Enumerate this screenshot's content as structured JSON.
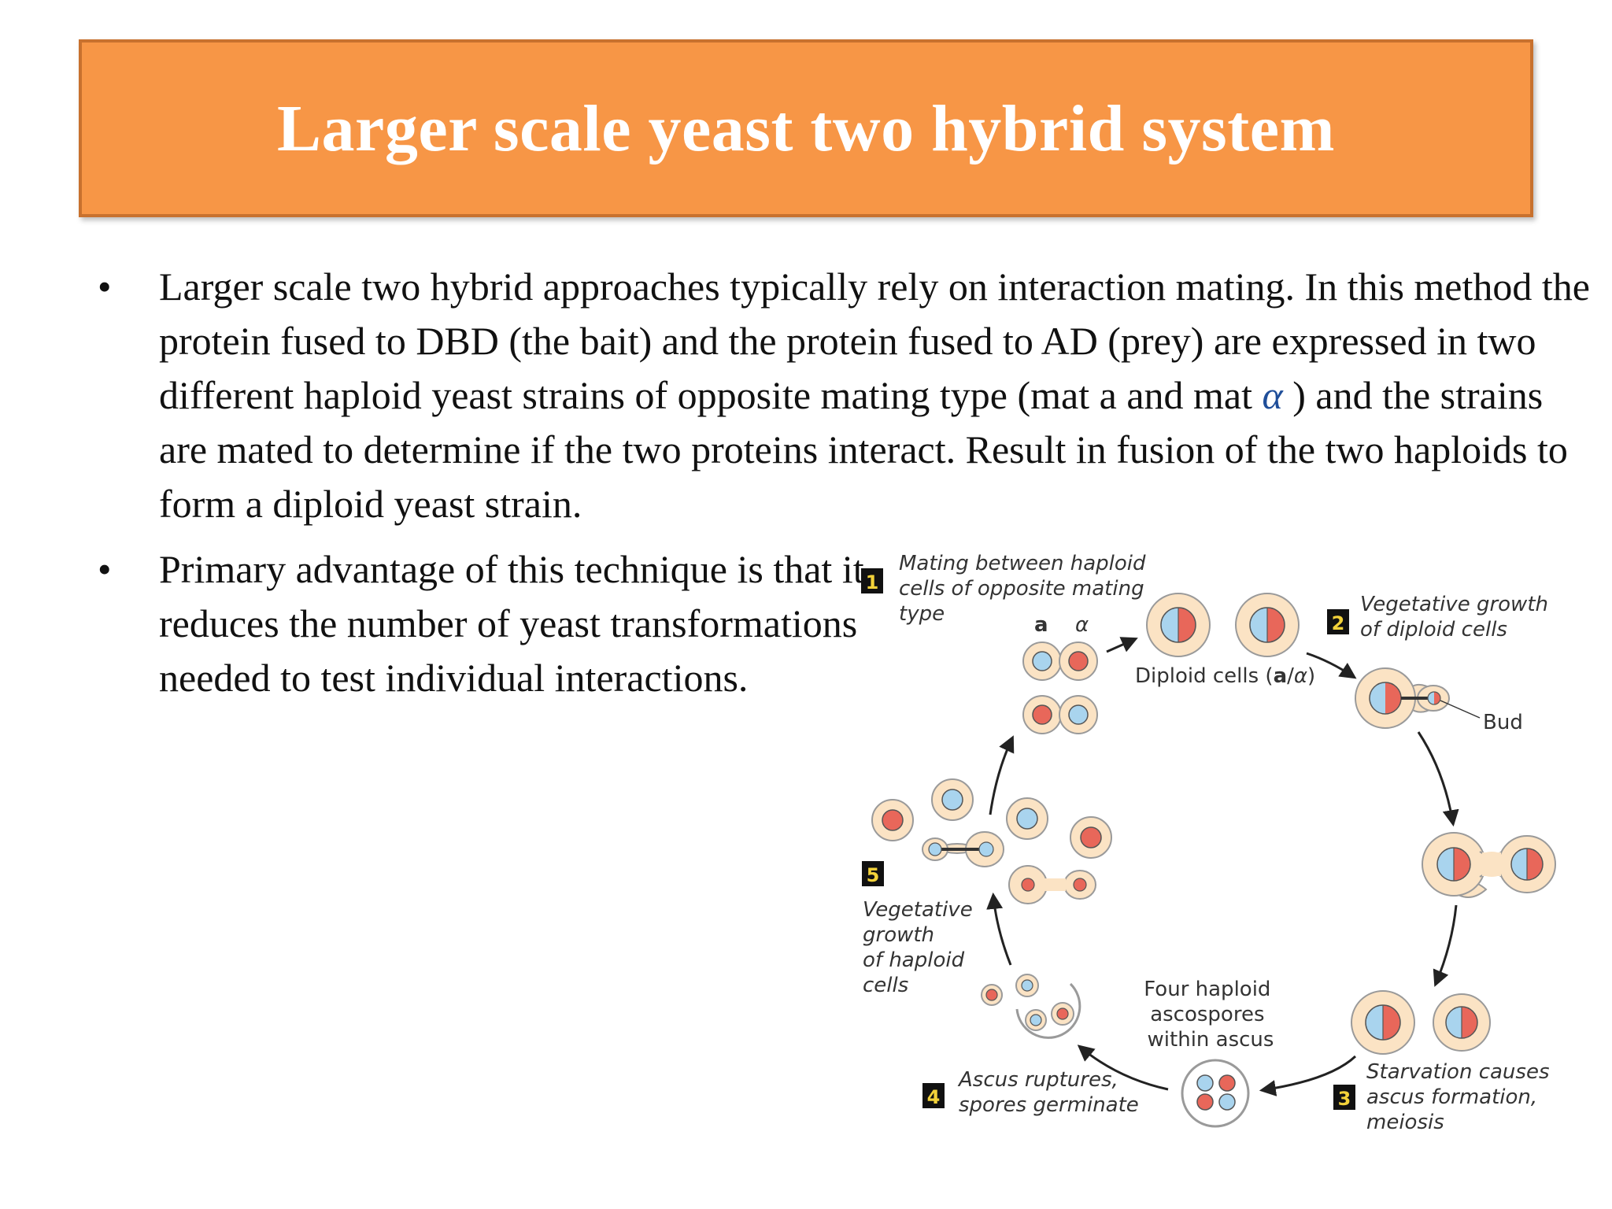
{
  "slide": {
    "title": "Larger scale yeast two hybrid system",
    "bullets": [
      {
        "text_before": "Larger scale two hybrid approaches typically rely on interaction mating. In this method the protein fused to DBD (the bait) and the protein fused to AD (prey) are expressed in two different haploid yeast strains of opposite mating type (mat a and mat ",
        "symbol": "α",
        "text_after": " ) and the strains are mated to determine if the two proteins interact. Result in fusion of the two haploids to form a diploid yeast strain."
      },
      {
        "text": "Primary advantage of this technique is that it reduces the number of yeast transformations needed to test individual interactions."
      }
    ],
    "bullet_symbol": "•"
  },
  "diagram": {
    "steps": [
      {
        "number": "1",
        "lines": [
          "Mating between haploid",
          "cells of opposite mating",
          "type"
        ]
      },
      {
        "number": "2",
        "lines": [
          "Vegetative growth",
          "of diploid cells"
        ]
      },
      {
        "number": "3",
        "lines": [
          "Starvation causes",
          "ascus formation,",
          "meiosis"
        ]
      },
      {
        "number": "4",
        "lines": [
          "Ascus ruptures,",
          "spores germinate"
        ]
      },
      {
        "number": "5",
        "lines": [
          "Vegetative",
          "growth",
          "of haploid",
          "cells"
        ]
      }
    ],
    "mating_type_a": "a",
    "mating_type_alpha": "α",
    "diploid_label_prefix": "Diploid cells (",
    "diploid_label_a": "a",
    "diploid_label_sep": "/",
    "diploid_label_alpha": "α",
    "diploid_label_suffix": ")",
    "bud_label": "Bud",
    "ascospore_lines": [
      "Four haploid",
      "ascospores",
      "within ascus"
    ],
    "colors": {
      "title_fill": "#F79646",
      "cell_fill": "#FBE3C4",
      "cell_stroke": "#9A9A9A",
      "nucleus_red": "#E8675A",
      "nucleus_blue": "#A9D4EE",
      "arrow": "#222222",
      "step_box": "#111111",
      "step_number": "#F3D23A"
    }
  }
}
